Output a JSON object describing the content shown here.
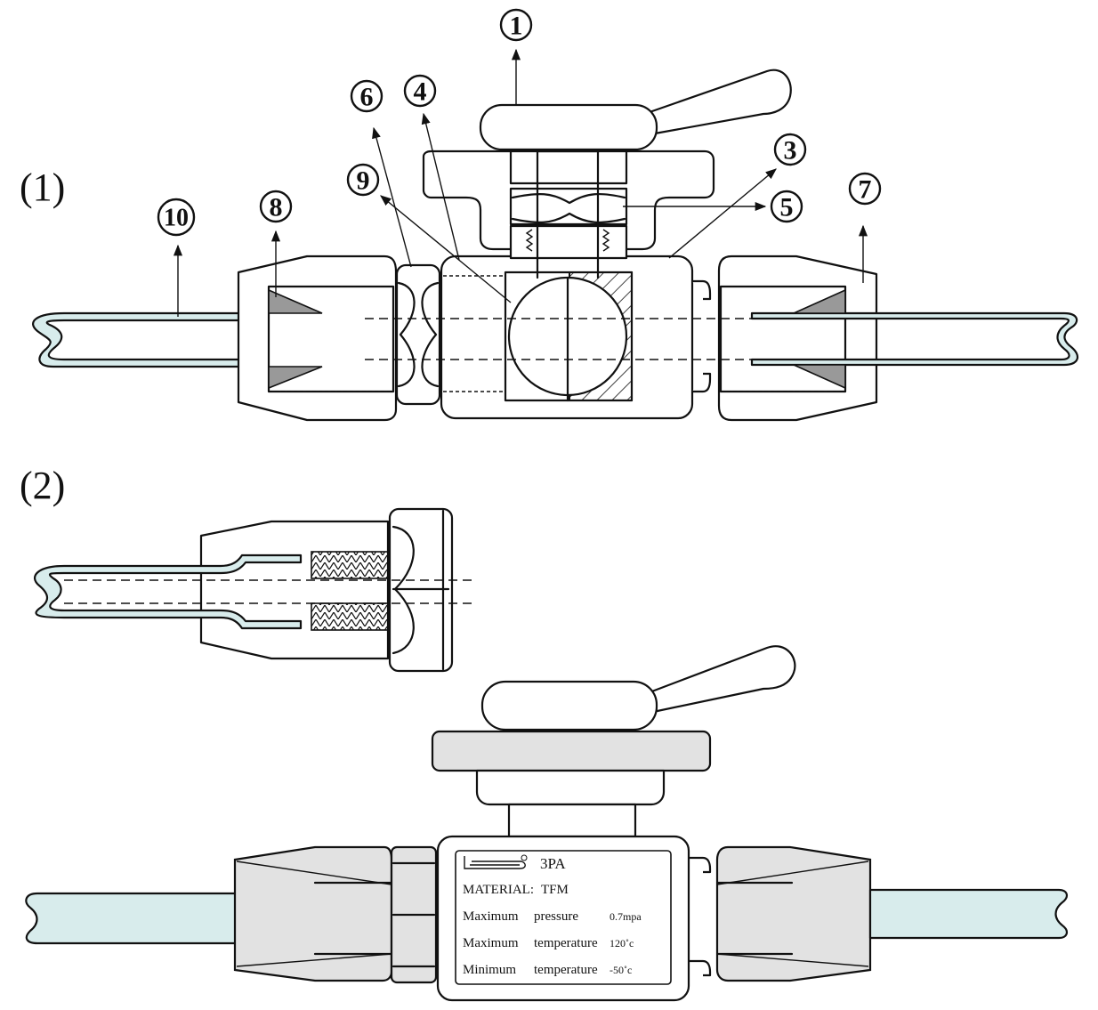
{
  "sections": [
    {
      "id": "1",
      "label": "(1)"
    },
    {
      "id": "2",
      "label": "(2)"
    }
  ],
  "callouts": [
    {
      "id": "c1",
      "number": "1"
    },
    {
      "id": "c2",
      "number": "3"
    },
    {
      "id": "c3",
      "number": "4"
    },
    {
      "id": "c4",
      "number": "5"
    },
    {
      "id": "c5",
      "number": "6"
    },
    {
      "id": "c6",
      "number": "7"
    },
    {
      "id": "c7",
      "number": "8"
    },
    {
      "id": "c8",
      "number": "9"
    },
    {
      "id": "c9",
      "number": "10"
    }
  ],
  "nameplate": {
    "logo": "logo-mark",
    "model": "3PA",
    "material_label": "MATERIAL:",
    "material_value": "TFM",
    "rows": [
      {
        "label1": "Maximum",
        "label2": "pressure",
        "value": "0.7mpa"
      },
      {
        "label1": "Maximum",
        "label2": "temperature",
        "value": "120˚c"
      },
      {
        "label1": "Minimum",
        "label2": "temperature",
        "value": "-50˚c"
      }
    ]
  },
  "colors": {
    "tube_fill": "#d8ecec",
    "ferrule_fill": "#999999",
    "metal_fill": "#e2e2e2",
    "line": "#111111"
  }
}
